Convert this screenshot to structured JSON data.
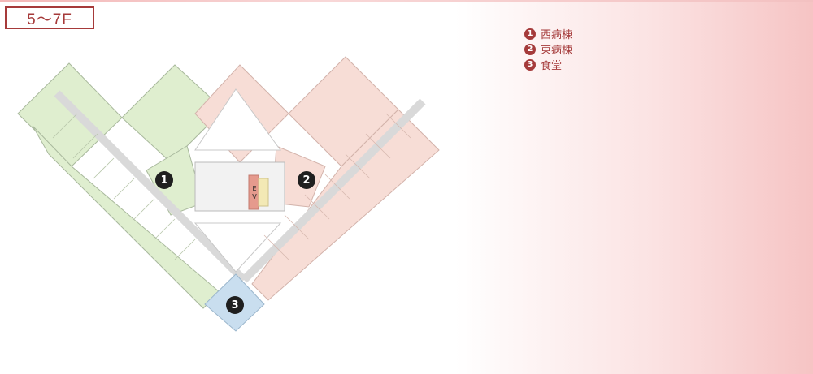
{
  "floor_label": "5〜7F",
  "legend": [
    {
      "num": "1",
      "label": "西病棟"
    },
    {
      "num": "2",
      "label": "東病棟"
    },
    {
      "num": "3",
      "label": "食堂"
    }
  ],
  "map": {
    "markers": [
      {
        "num": "1",
        "label": ""
      },
      {
        "num": "2",
        "label": ""
      },
      {
        "num": "3",
        "label": ""
      }
    ],
    "ev_label": "E V"
  },
  "colors": {
    "accent": "#a53b3b",
    "west_ward": "#dfeecf",
    "east_ward": "#f7ddd6",
    "dining": "#c9deef",
    "elevator": "#e59a8d"
  }
}
